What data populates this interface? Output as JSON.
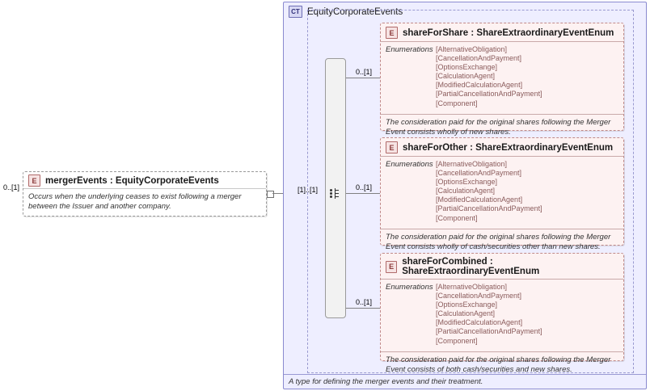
{
  "diagram": {
    "type": "xsd-schema-diagram",
    "left_element": {
      "badge": "E",
      "name": "mergerEvents : EquityCorporateEvents",
      "cardinality": "0..[1]",
      "documentation": "Occurs when the underlying ceases to exist following a merger between the Issuer and another company."
    },
    "complex_type": {
      "badge": "CT",
      "name": "EquityCorporateEvents",
      "footer": "A type for defining the merger events and their treatment.",
      "sequence_cardinality": "[1]..[1]"
    },
    "enum_label": "Enumerations",
    "enum_values": [
      "[AlternativeObligation]",
      "[CancellationAndPayment]",
      "[OptionsExchange]",
      "[CalculationAgent]",
      "[ModifiedCalculationAgent]",
      "[PartialCancellationAndPayment]",
      "[Component]"
    ],
    "members": [
      {
        "badge": "E",
        "title": "shareForShare : ShareExtraordinaryEventEnum",
        "cardinality": "0..[1]",
        "documentation": "The consideration paid for the original shares following the Merger Event consists wholly of new shares."
      },
      {
        "badge": "E",
        "title": "shareForOther : ShareExtraordinaryEventEnum",
        "cardinality": "0..[1]",
        "documentation": "The consideration paid for the original shares following the Merger Event consists wholly of cash/securities other than new shares."
      },
      {
        "badge": "E",
        "title": "shareForCombined : ShareExtraordinaryEventEnum",
        "cardinality": "0..[1]",
        "documentation": "The consideration paid for the original shares following the Merger Event consists of both cash/securities and new shares."
      }
    ]
  }
}
